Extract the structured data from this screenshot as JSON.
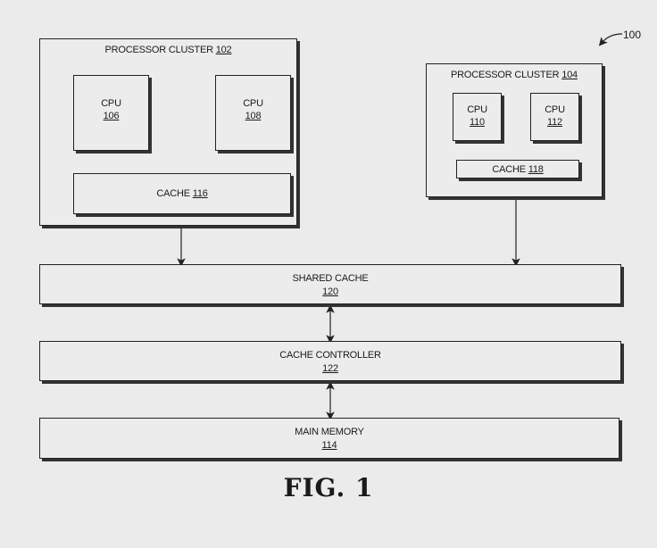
{
  "figure": {
    "reference_numeral": "100",
    "caption": "FIG. 1"
  },
  "cluster_102": {
    "title": "PROCESSOR CLUSTER",
    "number": "102",
    "cpus": [
      {
        "label": "CPU",
        "number": "106"
      },
      {
        "label": "CPU",
        "number": "108"
      }
    ],
    "cache": {
      "label": "CACHE",
      "number": "116"
    }
  },
  "cluster_104": {
    "title": "PROCESSOR CLUSTER",
    "number": "104",
    "cpus": [
      {
        "label": "CPU",
        "number": "110"
      },
      {
        "label": "CPU",
        "number": "112"
      }
    ],
    "cache": {
      "label": "CACHE",
      "number": "118"
    }
  },
  "shared_cache": {
    "label": "SHARED CACHE",
    "number": "120"
  },
  "cache_controller": {
    "label": "CACHE CONTROLLER",
    "number": "122"
  },
  "main_memory": {
    "label": "MAIN MEMORY",
    "number": "114"
  }
}
